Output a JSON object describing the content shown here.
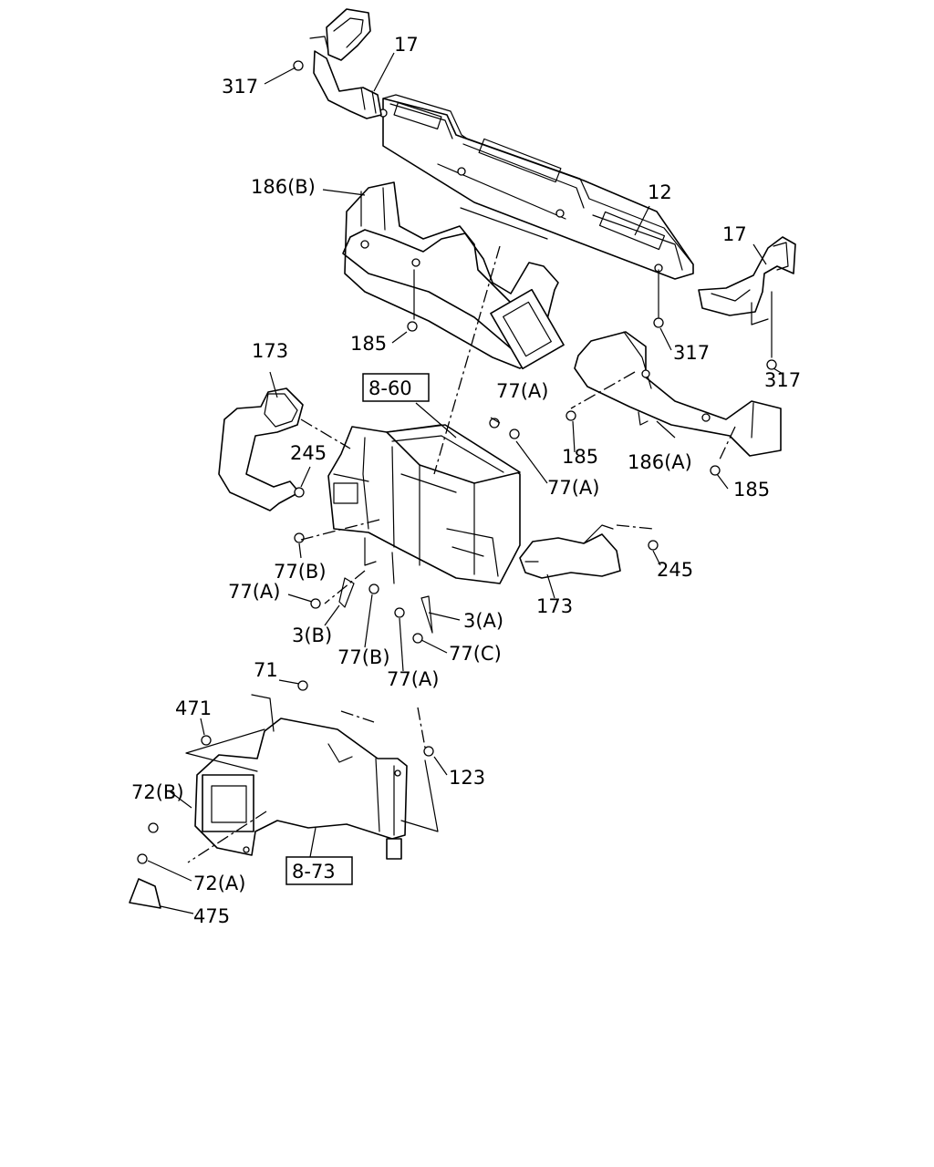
{
  "callouts": {
    "p317_a": "317",
    "p17_a": "17",
    "p12": "12",
    "p17_b": "17",
    "p186b": "186(B)",
    "p185_a": "185",
    "p317_b": "317",
    "p317_c": "317",
    "p173_a": "173",
    "p8_60": "8-60",
    "p77a_1": "77(A)",
    "p77a_2": "77(A)",
    "p245_a": "245",
    "p185_b": "185",
    "p186a": "186(A)",
    "p185_c": "185",
    "p77b_1": "77(B)",
    "p77a_3": "77(A)",
    "p3b": "3(B)",
    "p77b_2": "77(B)",
    "p3a": "3(A)",
    "p77c": "77(C)",
    "p77a_4": "77(A)",
    "p173_b": "173",
    "p245_b": "245",
    "p71": "71",
    "p471": "471",
    "p123": "123",
    "p72b": "72(B)",
    "p72a": "72(A)",
    "p8_73": "8-73",
    "p475": "475"
  }
}
